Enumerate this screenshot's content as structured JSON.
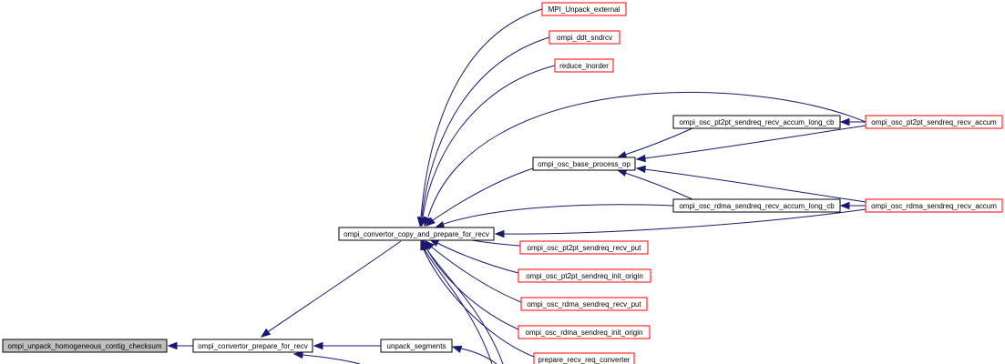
{
  "colors": {
    "edge": "#191970",
    "node_border_black": "#000000",
    "node_border_red": "#ff0000",
    "node_fill": "#ffffff",
    "root_fill": "#bfbfbf"
  },
  "nodes": {
    "root": {
      "label": "ompi_unpack_homogeneous_contig_checksum"
    },
    "prepare_for_recv": {
      "label": "ompi_convertor_prepare_for_recv"
    },
    "copy_and_prepare": {
      "label": "ompi_convertor_copy_and_prepare_for_recv"
    },
    "unpack_segments": {
      "label": "unpack_segments"
    },
    "mpi_unpack_external": {
      "label": "MPI_Unpack_external"
    },
    "ompi_ddt_sndrcv": {
      "label": "ompi_ddt_sndrcv"
    },
    "reduce_inorder": {
      "label": "reduce_inorder"
    },
    "pt2pt_accum_long_cb": {
      "label": "ompi_osc_pt2pt_sendreq_recv_accum_long_cb"
    },
    "pt2pt_accum": {
      "label": "ompi_osc_pt2pt_sendreq_recv_accum"
    },
    "base_process_op": {
      "label": "ompi_osc_base_process_op"
    },
    "rdma_accum_long_cb": {
      "label": "ompi_osc_rdma_sendreq_recv_accum_long_cb"
    },
    "rdma_accum": {
      "label": "ompi_osc_rdma_sendreq_recv_accum"
    },
    "pt2pt_recv_put": {
      "label": "ompi_osc_pt2pt_sendreq_recv_put"
    },
    "pt2pt_init_origin": {
      "label": "ompi_osc_pt2pt_sendreq_init_origin"
    },
    "rdma_recv_put": {
      "label": "ompi_osc_rdma_sendreq_recv_put"
    },
    "rdma_init_origin": {
      "label": "ompi_osc_rdma_sendreq_init_origin"
    },
    "prepare_recv_req_converter": {
      "label": "prepare_recv_req_converter"
    }
  }
}
